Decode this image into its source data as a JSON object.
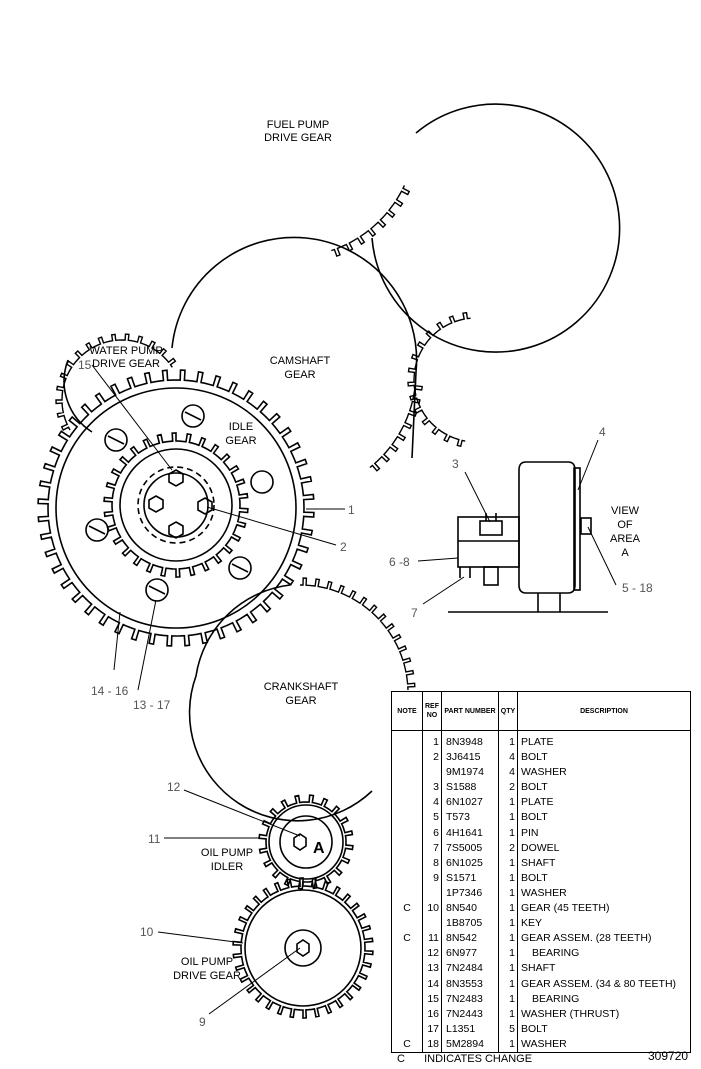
{
  "labels": {
    "fuel_pump_gear": [
      "FUEL PUMP",
      "DRIVE GEAR"
    ],
    "camshaft_gear": [
      "CAMSHAFT",
      "GEAR"
    ],
    "water_pump_gear": [
      "WATER PUMP",
      "DRIVE GEAR"
    ],
    "idle_gear": [
      "IDLE",
      "GEAR"
    ],
    "crankshaft_gear": [
      "CRANKSHAFT",
      "GEAR"
    ],
    "oil_pump_idler": [
      "OIL PUMP",
      "IDLER"
    ],
    "oil_pump_drive_gear": [
      "OIL PUMP",
      "DRIVE GEAR"
    ],
    "view_of_area": [
      "VIEW",
      "OF",
      "AREA",
      "A"
    ],
    "area_marker": "A"
  },
  "callouts": {
    "c15": "15",
    "c1": "1",
    "c2": "2",
    "c3": "3",
    "c4": "4",
    "c6_8": "6 -8",
    "c7": "7",
    "c5_18": "5 - 18",
    "c14_16": "14 - 16",
    "c13_17": "13 - 17",
    "c12": "12",
    "c11": "11",
    "c10": "10",
    "c9": "9"
  },
  "table": {
    "headers": {
      "note": "NOTE",
      "ref_no": "REF NO",
      "part_number": "PART NUMBER",
      "qty": "QTY",
      "description": "DESCRIPTION"
    },
    "rows": [
      {
        "note": "",
        "ref": "1",
        "part": "8N3948",
        "qty": "1",
        "desc": "PLATE",
        "indent": false
      },
      {
        "note": "",
        "ref": "2",
        "part": "3J6415",
        "qty": "4",
        "desc": "BOLT",
        "indent": false
      },
      {
        "note": "",
        "ref": "",
        "part": "9M1974",
        "qty": "4",
        "desc": "WASHER",
        "indent": false
      },
      {
        "note": "",
        "ref": "3",
        "part": "S1588",
        "qty": "2",
        "desc": "BOLT",
        "indent": false
      },
      {
        "note": "",
        "ref": "4",
        "part": "6N1027",
        "qty": "1",
        "desc": "PLATE",
        "indent": false
      },
      {
        "note": "",
        "ref": "5",
        "part": "T573",
        "qty": "1",
        "desc": "BOLT",
        "indent": false
      },
      {
        "note": "",
        "ref": "6",
        "part": "4H1641",
        "qty": "1",
        "desc": "PIN",
        "indent": false
      },
      {
        "note": "",
        "ref": "7",
        "part": "7S5005",
        "qty": "2",
        "desc": "DOWEL",
        "indent": false
      },
      {
        "note": "",
        "ref": "8",
        "part": "6N1025",
        "qty": "1",
        "desc": "SHAFT",
        "indent": false
      },
      {
        "note": "",
        "ref": "9",
        "part": "S1571",
        "qty": "1",
        "desc": "BOLT",
        "indent": false
      },
      {
        "note": "",
        "ref": "",
        "part": "1P7346",
        "qty": "1",
        "desc": "WASHER",
        "indent": false
      },
      {
        "note": "C",
        "ref": "10",
        "part": "8N540",
        "qty": "1",
        "desc": "GEAR (45 TEETH)",
        "indent": false
      },
      {
        "note": "",
        "ref": "",
        "part": "1B8705",
        "qty": "1",
        "desc": "KEY",
        "indent": false
      },
      {
        "note": "C",
        "ref": "11",
        "part": "8N542",
        "qty": "1",
        "desc": "GEAR ASSEM. (28 TEETH)",
        "indent": false
      },
      {
        "note": "",
        "ref": "12",
        "part": "6N977",
        "qty": "1",
        "desc": "BEARING",
        "indent": true
      },
      {
        "note": "",
        "ref": "13",
        "part": "7N2484",
        "qty": "1",
        "desc": "SHAFT",
        "indent": false
      },
      {
        "note": "",
        "ref": "14",
        "part": "8N3553",
        "qty": "1",
        "desc": "GEAR ASSEM. (34 & 80 TEETH)",
        "indent": false
      },
      {
        "note": "",
        "ref": "15",
        "part": "7N2483",
        "qty": "1",
        "desc": "BEARING",
        "indent": true
      },
      {
        "note": "",
        "ref": "16",
        "part": "7N2443",
        "qty": "1",
        "desc": "WASHER (THRUST)",
        "indent": false
      },
      {
        "note": "",
        "ref": "17",
        "part": "L1351",
        "qty": "5",
        "desc": "BOLT",
        "indent": false
      },
      {
        "note": "C",
        "ref": "18",
        "part": "5M2894",
        "qty": "1",
        "desc": "WASHER",
        "indent": false
      }
    ]
  },
  "footer": {
    "legend_mark": "C",
    "legend_text": "INDICATES CHANGE",
    "document_number": "309720"
  }
}
